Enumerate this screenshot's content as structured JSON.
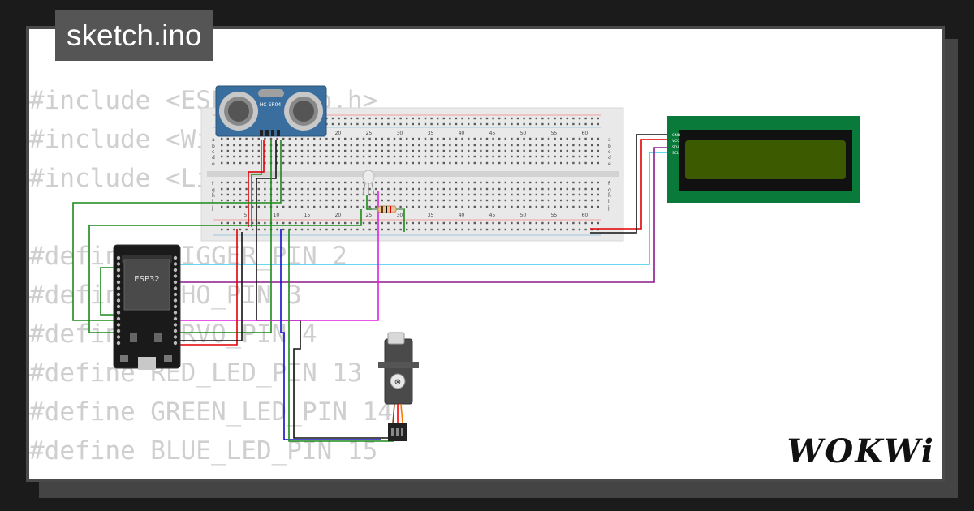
{
  "title": "sketch.ino",
  "code_lines": [
    "#include <ESP32Servo.h>",
    "#include <Wire.h>",
    "#include <LiquidCrystal_I2C.h>",
    "",
    "#define TRIGGER_PIN 2",
    "#define ECHO_PIN 3",
    "#define SERVO_PIN 4",
    "#define RED_LED_PIN 13",
    "#define GREEN_LED_PIN 14",
    "#define BLUE_LED_PIN 15"
  ],
  "components": {
    "ultrasonic_label": "HC-SR04",
    "esp32_label": "ESP32",
    "lcd_pins": [
      "GND",
      "VCC",
      "SDA",
      "SCL"
    ],
    "breadboard_columns": [
      "5",
      "10",
      "15",
      "20",
      "25",
      "30",
      "35",
      "40",
      "45",
      "50",
      "55",
      "60"
    ],
    "breadboard_rows_top": [
      "a",
      "b",
      "c",
      "d",
      "e"
    ],
    "breadboard_rows_bottom": [
      "f",
      "g",
      "h",
      "i",
      "j"
    ]
  },
  "wire_colors": {
    "red": "#e00000",
    "black": "#111111",
    "green": "#1a8a1a",
    "cyan": "#33ccee",
    "purple": "#8a1a8a",
    "magenta": "#e020e0",
    "blue": "#1010cc",
    "orange": "#ff7a00"
  },
  "brand": "WOKWi"
}
